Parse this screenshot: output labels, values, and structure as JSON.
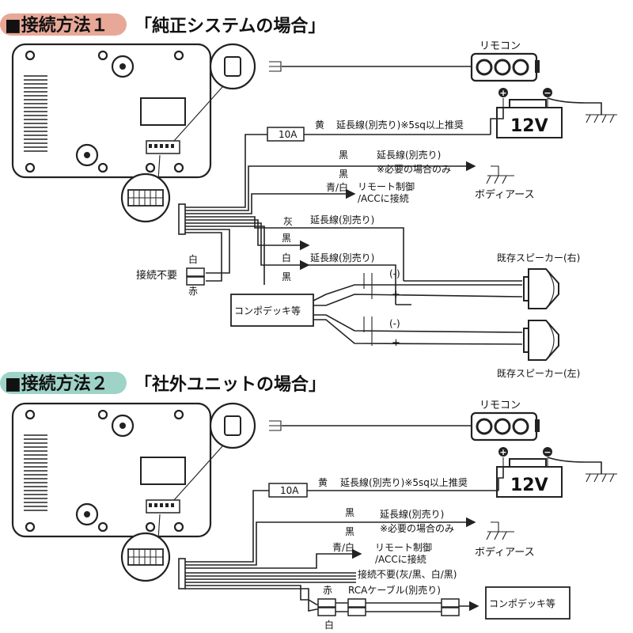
{
  "sections": [
    {
      "heading": "■接続方法１",
      "subtitle": "「純正システムの場合」",
      "badge_color": "#e8a898",
      "remote": "リモコン",
      "battery": "12V",
      "battery_plus": "+",
      "battery_minus": "−",
      "fuse": "10A",
      "yellow": "黄",
      "yellow_note": "延長線(別売り)※5sq以上推奨",
      "black1": "黒",
      "black_note": "延長線(別売り)",
      "black2": "黒",
      "black_note2": "※必要の場合のみ",
      "body_earth": "ボディアース",
      "bluewhite": "青/白",
      "remote_ctrl": "リモート制御",
      "acc": "/ACCに接続",
      "gray": "灰",
      "gray_note": "延長線(別売り)",
      "black3": "黒",
      "white": "白",
      "white_note": "延長線(別売り)",
      "black4": "黒",
      "rca_white": "白",
      "no_conn": "接続不要",
      "rca_red": "赤",
      "deck": "コンポデッキ等",
      "minus": "(-)",
      "plus": "+",
      "minus2": "(-)",
      "plus2": "+",
      "speaker_r": "既存スピーカー(右)",
      "speaker_l": "既存スピーカー(左)"
    },
    {
      "heading": "■接続方法２",
      "subtitle": "「社外ユニットの場合」",
      "badge_color": "#9fd3c7",
      "remote": "リモコン",
      "battery": "12V",
      "battery_plus": "+",
      "battery_minus": "−",
      "fuse": "10A",
      "yellow": "黄",
      "yellow_note": "延長線(別売り)※5sq以上推奨",
      "black1": "黒",
      "black_note": "延長線(別売り)",
      "black2": "黒",
      "black_note2": "※必要の場合のみ",
      "body_earth": "ボディアース",
      "bluewhite": "青/白",
      "remote_ctrl": "リモート制御",
      "acc": "/ACCに接続",
      "no_conn2": "接続不要(灰/黒、白/黒)",
      "rca_red": "赤",
      "rca_cable": "RCAケーブル(別売り)",
      "rca_white": "白",
      "deck": "コンポデッキ等"
    }
  ]
}
